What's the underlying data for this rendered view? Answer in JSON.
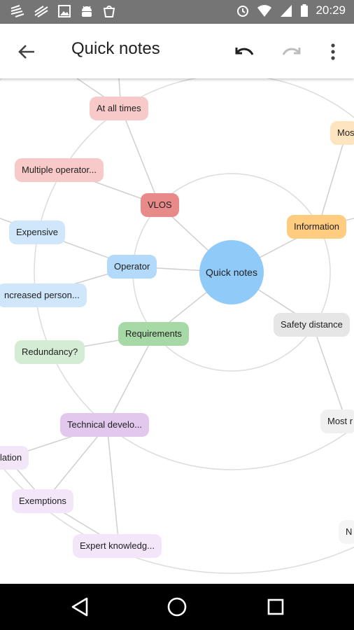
{
  "status_bar": {
    "time": "20:29",
    "left_icons": [
      "cast-icon",
      "signal-waves-icon",
      "image-icon",
      "android-icon",
      "shopping-bag-icon"
    ],
    "right_icons": [
      "alarm-icon",
      "wifi-icon",
      "cellular-icon",
      "battery-icon"
    ]
  },
  "app_bar": {
    "title": "Quick notes"
  },
  "mindmap": {
    "center": "Quick notes",
    "nodes": [
      {
        "id": "at-all-times",
        "label": "At all times",
        "color": "#f8c9c9"
      },
      {
        "id": "multiple-operator",
        "label": "Multiple operator...",
        "color": "#f8c9c9"
      },
      {
        "id": "vlos",
        "label": "VLOS",
        "color": "#e8898a"
      },
      {
        "id": "expensive",
        "label": "Expensive",
        "color": "#cfe6fb"
      },
      {
        "id": "operator",
        "label": "Operator",
        "color": "#b3dafb"
      },
      {
        "id": "increased-person",
        "label": "ncreased person...",
        "color": "#cfe6fb"
      },
      {
        "id": "requirements",
        "label": "Requirements",
        "color": "#a6d9a6"
      },
      {
        "id": "redundancy",
        "label": "Redundancy?",
        "color": "#d4ecd4"
      },
      {
        "id": "technical",
        "label": "Technical develo...",
        "color": "#e3c8ee"
      },
      {
        "id": "lation",
        "label": "lation",
        "color": "#f3e6f8"
      },
      {
        "id": "exemptions",
        "label": "Exemptions",
        "color": "#f3e6f8"
      },
      {
        "id": "expert",
        "label": "Expert knowledg...",
        "color": "#f3e6f8"
      },
      {
        "id": "information",
        "label": "Information",
        "color": "#ffcc80"
      },
      {
        "id": "mos",
        "label": "Mos",
        "color": "#ffe5bf"
      },
      {
        "id": "safety",
        "label": "Safety distance",
        "color": "#e6e6e6"
      },
      {
        "id": "most-r",
        "label": "Most r",
        "color": "#f0f0f0"
      },
      {
        "id": "n",
        "label": "N",
        "color": "#f5f5f5"
      }
    ]
  },
  "colors": {
    "status_bar": "#757575",
    "center": "#90caf9",
    "lines": "#d6d6d6"
  }
}
